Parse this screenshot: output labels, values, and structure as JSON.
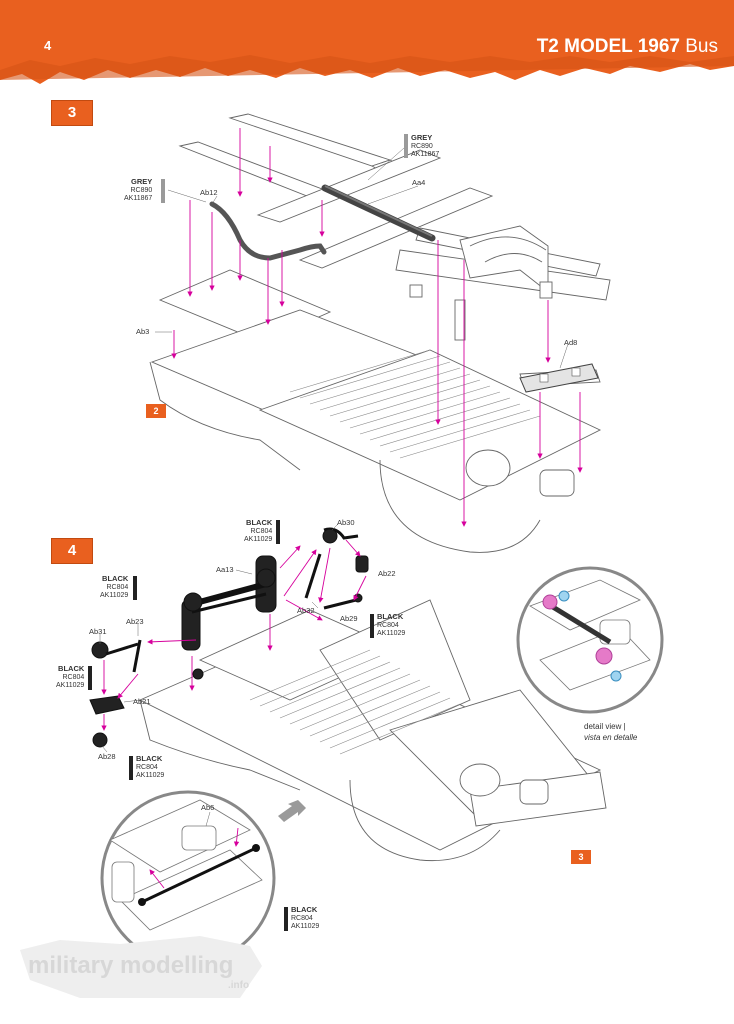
{
  "header": {
    "page_number": "4",
    "title_bold": "T2 MODEL 1967",
    "title_rest": " Bus",
    "color": "#e9601f"
  },
  "step3": {
    "number": "3",
    "ref_step": "2",
    "parts": {
      "ab12": "Ab12",
      "aa4": "Aa4",
      "ab3": "Ab3",
      "ad8": "Ad8"
    },
    "paint_left": {
      "color": "GREY",
      "code1": "RC890",
      "code2": "AK11867"
    },
    "paint_top": {
      "color": "GREY",
      "code1": "RC890",
      "code2": "AK11867"
    }
  },
  "step4": {
    "number": "4",
    "ref_step": "3",
    "parts": {
      "ab30": "Ab30",
      "aa13": "Aa13",
      "ab22": "Ab22",
      "ab32": "Ab32",
      "ab29": "Ab29",
      "ab23": "Ab23",
      "ab31": "Ab31",
      "ab21": "Ab21",
      "ab28": "Ab28",
      "ab6": "Ab6"
    },
    "paint_top": {
      "color": "BLACK",
      "code1": "RC804",
      "code2": "AK11029"
    },
    "paint_left_upper": {
      "color": "BLACK",
      "code1": "RC804",
      "code2": "AK11029"
    },
    "paint_right": {
      "color": "BLACK",
      "code1": "RC804",
      "code2": "AK11029"
    },
    "paint_left_lower": {
      "color": "BLACK",
      "code1": "RC804",
      "code2": "AK11029"
    },
    "paint_bottom_left": {
      "color": "BLACK",
      "code1": "RC804",
      "code2": "AK11029"
    },
    "paint_detail": {
      "color": "BLACK",
      "code1": "RC804",
      "code2": "AK11029"
    },
    "detail_caption": {
      "en": "detail view |",
      "es": "vista en detalle"
    }
  },
  "watermark": {
    "main": "military modelling",
    "sub": ".info"
  },
  "colors": {
    "accent": "#e9601f",
    "arrow": "#d6009c",
    "grey_paint": "#9a9a9a",
    "black_paint": "#222222"
  }
}
